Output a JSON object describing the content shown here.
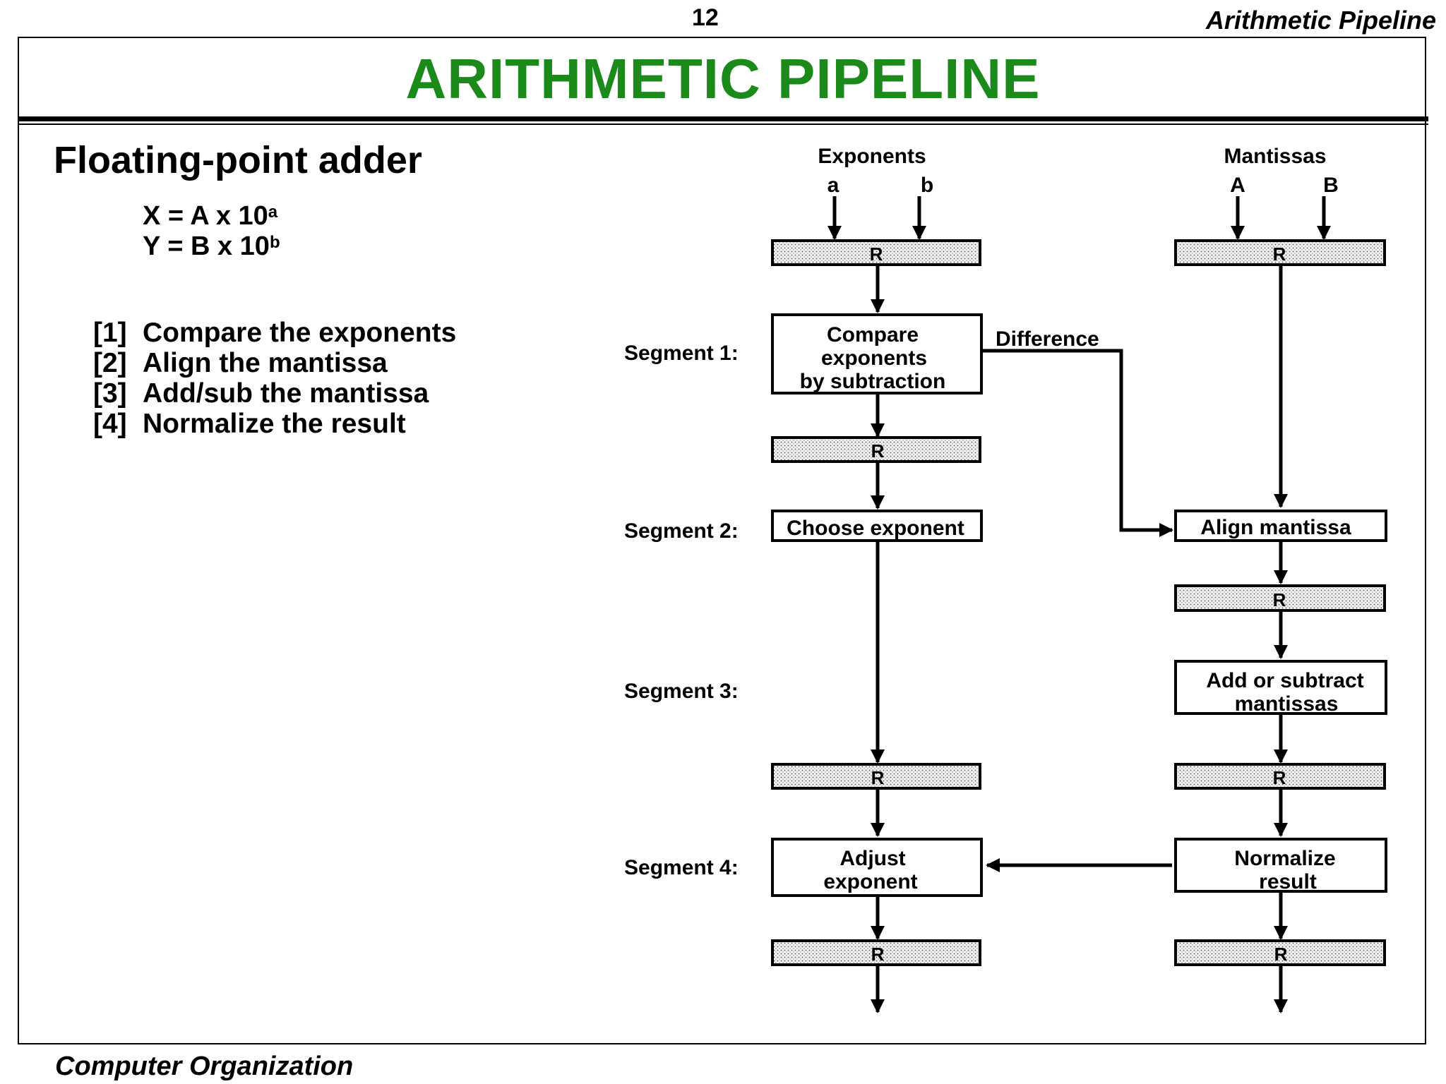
{
  "header": {
    "page_number": "12",
    "section_title": "Arithmetic Pipeline"
  },
  "title": "ARITHMETIC  PIPELINE",
  "subtitle": "Floating-point adder",
  "formulas": [
    {
      "lhs": "X = A x 10",
      "exp": "a"
    },
    {
      "lhs": "Y = B x 10",
      "exp": "b"
    }
  ],
  "steps": [
    {
      "num": "[1]",
      "text": "Compare the exponents"
    },
    {
      "num": "[2]",
      "text": "Align the mantissa"
    },
    {
      "num": "[3]",
      "text": "Add/sub the mantissa"
    },
    {
      "num": "[4]",
      "text": "Normalize the result"
    }
  ],
  "diagram": {
    "exponents_label": "Exponents",
    "mantissas_label": "Mantissas",
    "input_a": "a",
    "input_b": "b",
    "input_A": "A",
    "input_B": "B",
    "register_label": "R",
    "segments": [
      "Segment 1:",
      "Segment 2:",
      "Segment 3:",
      "Segment 4:"
    ],
    "compare_lines": [
      "Compare",
      "exponents",
      "by subtraction"
    ],
    "difference_label": "Difference",
    "choose_exponent": "Choose exponent",
    "align_mantissa": "Align mantissa",
    "add_sub_lines": [
      "Add or subtract",
      "mantissas"
    ],
    "adjust_lines": [
      "Adjust",
      "exponent"
    ],
    "normalize_lines": [
      "Normalize",
      "result"
    ]
  },
  "footer": "Computer Organization"
}
